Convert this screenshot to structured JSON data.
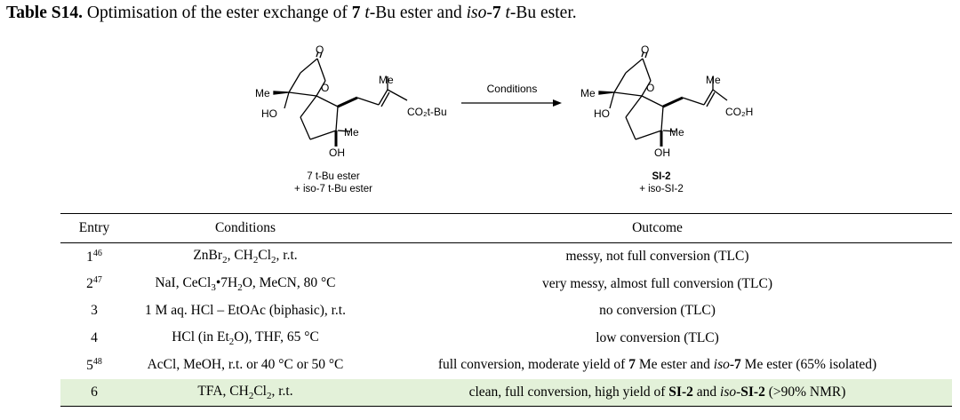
{
  "caption": {
    "label": "Table S14.",
    "text_html": " Optimisation of the ester exchange of <b>7</b> <i>t</i>-Bu ester and <i>iso</i>-<b>7</b> <i>t</i>-Bu ester."
  },
  "scheme": {
    "arrow_label": "Conditions",
    "reactant": {
      "groups": {
        "o_carbonyl": "O",
        "o_ring": "O",
        "me_left": "Me",
        "ho": "HO",
        "me_top": "Me",
        "me_ring": "Me",
        "oh": "OH",
        "ester": "CO₂t-Bu"
      },
      "label_line1": "7 t-Bu ester",
      "label_line2": "+ iso-7 t-Bu ester"
    },
    "product": {
      "groups": {
        "o_carbonyl": "O",
        "o_ring": "O",
        "me_left": "Me",
        "ho": "HO",
        "me_top": "Me",
        "me_ring": "Me",
        "oh": "OH",
        "acid": "CO₂H"
      },
      "label_line1": "SI-2",
      "label_line2": "+ iso-SI-2"
    }
  },
  "table": {
    "headers": [
      "Entry",
      "Conditions",
      "Outcome"
    ],
    "rows": [
      {
        "entry_html": "1<sup>46</sup>",
        "conditions_html": "ZnBr<sub>2</sub>, CH<sub>2</sub>Cl<sub>2</sub>, r.t.",
        "outcome_html": "messy, not full conversion (TLC)"
      },
      {
        "entry_html": "2<sup>47</sup>",
        "conditions_html": "NaI, CeCl<sub>3</sub>•7H<sub>2</sub>O, MeCN, 80 °C",
        "outcome_html": "very messy, almost full conversion (TLC)"
      },
      {
        "entry_html": "3",
        "conditions_html": "1 M aq. HCl – EtOAc (biphasic), r.t.",
        "outcome_html": "no conversion (TLC)"
      },
      {
        "entry_html": "4",
        "conditions_html": "HCl (in Et<sub>2</sub>O), THF, 65 °C",
        "outcome_html": "low conversion (TLC)"
      },
      {
        "entry_html": "5<sup>48</sup>",
        "conditions_html": "AcCl, MeOH, r.t. or 40 °C or 50 °C",
        "outcome_html": "full conversion, moderate yield of <b>7</b> Me ester and <i>iso</i>-<b>7</b> Me ester (65% isolated)"
      },
      {
        "entry_html": "6",
        "conditions_html": "TFA, CH<sub>2</sub>Cl<sub>2</sub>, r.t.",
        "outcome_html": "clean, full conversion, high yield of <b>SI-2</b> and <i>iso</i>-<b>SI-2</b> (&gt;90% NMR)"
      }
    ],
    "highlight_row_index": 5,
    "highlight_color": "#e3f1d9"
  }
}
